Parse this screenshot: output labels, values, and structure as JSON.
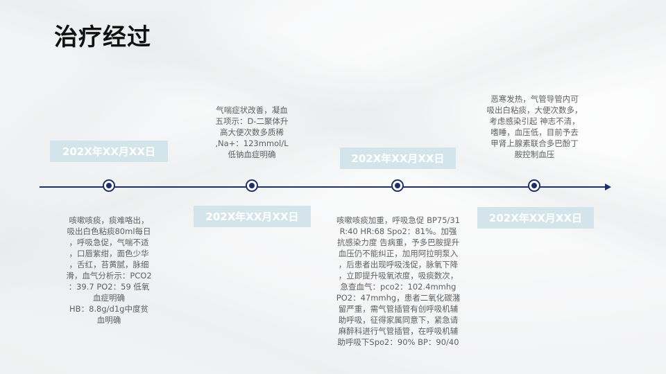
{
  "page": {
    "title": "治疗经过"
  },
  "colors": {
    "timeline": "#1d2f6b",
    "date_box_bg": "#d3e5ea",
    "date_box_text": "#ffffff",
    "desc_text": "#606060",
    "title_text": "#111111"
  },
  "timeline": {
    "events": [
      {
        "date": "202X年XX月XX日",
        "description_lines": [
          "咳嗽咳痰，痰难咯出，",
          "吸出白色粘痰80ml每日",
          "，呼吸急促，气喘不适",
          "，口唇紫绀，面色少华",
          "，舌红，苔黄腻，脉细",
          "滑，血气分析示：PCO2",
          "：39.7  PO2：59 低氧",
          "血症明确",
          "HB：8.8g/d1g中度贫",
          "血明确"
        ]
      },
      {
        "date": "202X年XX月XX日",
        "description_lines": [
          "气喘症状改善，凝血",
          "五项示：D-二聚体升",
          "高大便次数多质稀",
          ",Na+：123mmol/L",
          "低钠血症明确"
        ]
      },
      {
        "date": "202X年XX月XX日",
        "description_lines": [
          "咳嗽咳痰加重，呼吸急促   BP75/31",
          "R:40   HR:68   Spo2：81%。加强",
          "抗感染力度 告病重，予多巴胺提升",
          "血压仍不能纠正，加用阿拉明泵入",
          "，后患者出现呼吸浅促，脉氧下降",
          "，立即提升吸氧浓度，吸痰数次，",
          "急查血气：pco2：102.4mmhg",
          "PO2：47mmhg，患者二氧化碳潴",
          "留严重，需气管插管有创呼吸机辅",
          "助呼吸，征得家属同意下，紧急请",
          "麻醉科进行气管插管，在呼吸机辅",
          "助呼吸下Spo2：90%  BP：90/40"
        ]
      },
      {
        "date": "202X年XX月XX日",
        "description_lines": [
          "恶寒发热，气管导管内可",
          "吸出白粘痰，大便次数多，",
          "考虑感染引起    神志不清，",
          "嗜睡，血压低，目前予去",
          "甲肾上腺素联合多巴酚丁",
          "胺控制血压"
        ]
      }
    ]
  }
}
